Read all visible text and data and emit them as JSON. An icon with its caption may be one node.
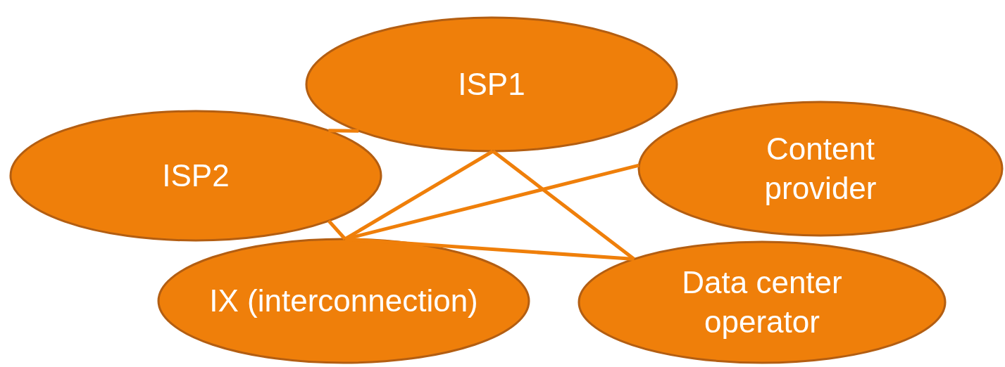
{
  "diagram": {
    "nodes": [
      {
        "text": [
          "ISP1"
        ]
      },
      {
        "text": [
          "ISP2"
        ]
      },
      {
        "text": [
          "Content provider"
        ]
      },
      {
        "text": [
          "IX (interconnection)"
        ]
      },
      {
        "text": [
          "Data center operator"
        ]
      }
    ],
    "edges": [
      {
        "from": 1,
        "to": 0,
        "arrow": "none"
      },
      {
        "from": 1,
        "to": 3,
        "arrow": "none"
      },
      {
        "from": 0,
        "to": 3,
        "arrow": "none"
      },
      {
        "from": 0,
        "to": 4,
        "arrow": "none"
      },
      {
        "from": 2,
        "to": 3,
        "arrow": "none"
      },
      {
        "from": 3,
        "to": 4,
        "arrow": "none"
      }
    ]
  }
}
